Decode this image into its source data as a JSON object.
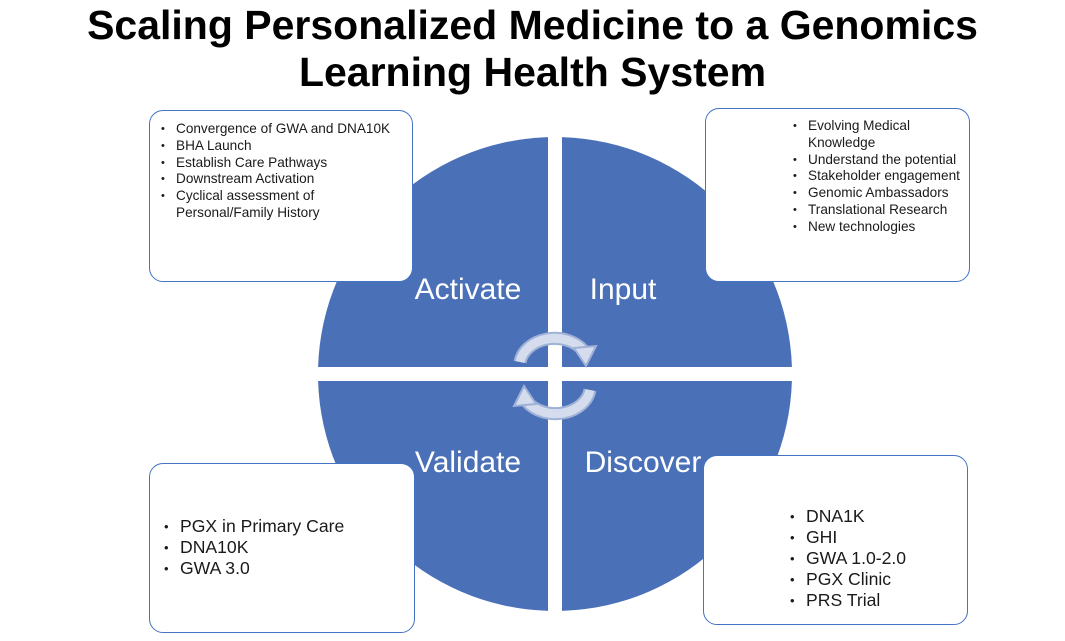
{
  "title": {
    "line1": "Scaling Personalized Medicine to a Genomics",
    "line2": "Learning Health System"
  },
  "quadrants": {
    "activate": "Activate",
    "input": "Input",
    "validate": "Validate",
    "discover": "Discover"
  },
  "boxes": {
    "activate": [
      "Convergence of GWA and DNA10K",
      "BHA Launch",
      "Establish Care Pathways",
      "Downstream Activation",
      "Cyclical assessment of Personal/Family History"
    ],
    "input": [
      "Evolving Medical Knowledge",
      "Understand the potential",
      "Stakeholder engagement",
      "Genomic Ambassadors",
      "Translational Research",
      "New technologies"
    ],
    "validate": [
      "PGX in Primary Care",
      "DNA10K",
      "GWA 3.0"
    ],
    "discover": [
      "DNA1K",
      "GHI",
      "GWA 1.0-2.0",
      "PGX Clinic",
      "PRS Trial"
    ]
  },
  "colors": {
    "quadrant_fill": "#4a70b8",
    "box_border": "#4472c4",
    "arrow_fill": "#d4dcee",
    "arrow_stroke": "#9fb1d6"
  },
  "icons": {
    "cycle": "circular-arrows-icon"
  }
}
